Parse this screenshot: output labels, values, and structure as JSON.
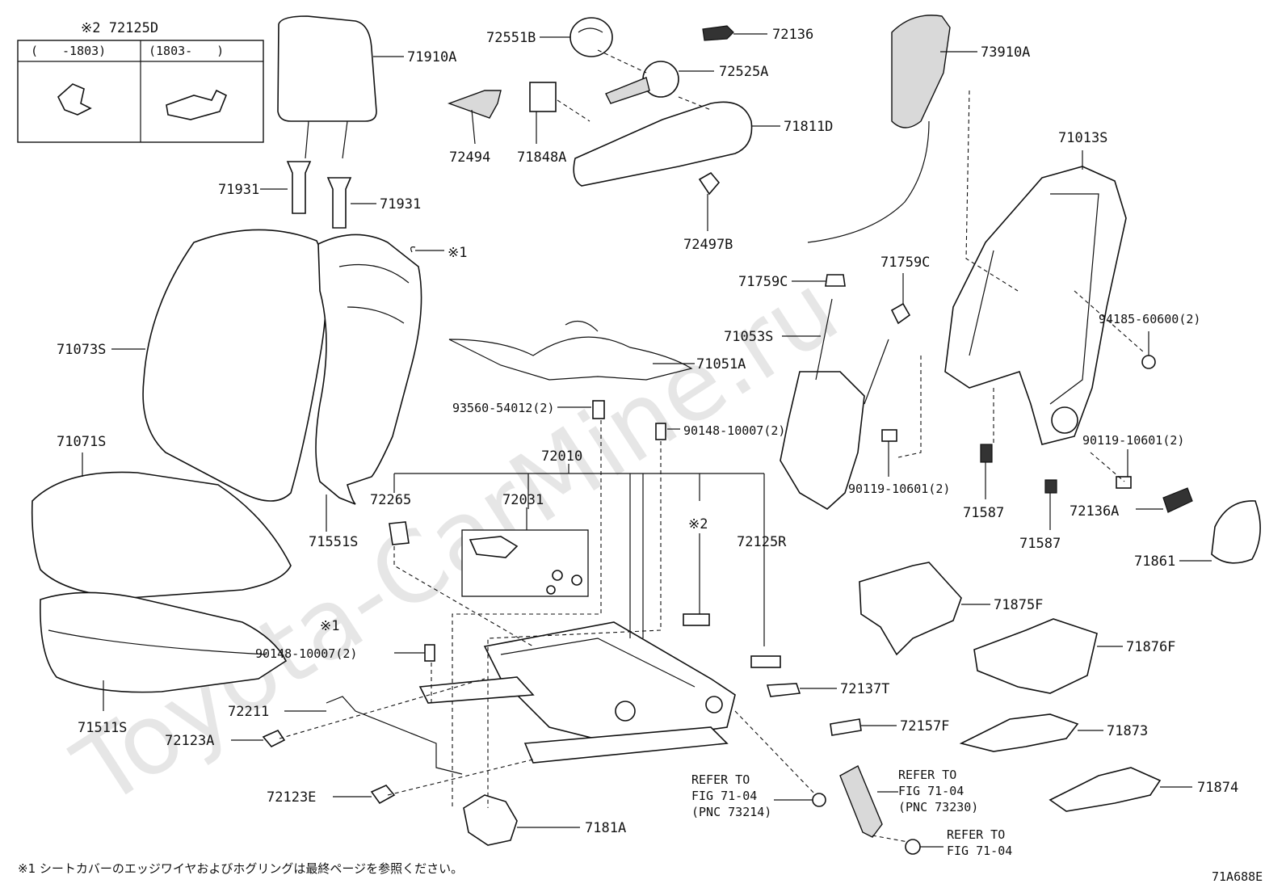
{
  "watermark": "Toyota-CarMine.ru",
  "drawing_id": "71A688E",
  "footnote": "※1 シートカバーのエッジワイヤおよびホグリングは最終ページを参照ください。",
  "inset": {
    "title": "※2 72125D",
    "col_left": "(　　-1803)",
    "col_right": "(1803-　　)"
  },
  "labels": {
    "p71910A": "71910A",
    "p71931a": "71931",
    "p71931b": "71931",
    "p71073S": "71073S",
    "p71071S": "71071S",
    "p71551S": "71551S",
    "p71511S": "71511S",
    "p72551B": "72551B",
    "p72136": "72136",
    "p72525A": "72525A",
    "p72494": "72494",
    "p71848A": "71848A",
    "p71811D": "71811D",
    "p72497B": "72497B",
    "p73910A": "73910A",
    "p71013S": "71013S",
    "note1a": "※1",
    "p71759Ca": "71759C",
    "p71759Cb": "71759C",
    "p71053S": "71053S",
    "p71051A": "71051A",
    "p93560": "93560-54012(2)",
    "p90148a": "90148-10007(2)",
    "p72010": "72010",
    "p72265": "72265",
    "p72031": "72031",
    "note2": "※2",
    "p72125R": "72125R",
    "p94185": "94185-60600(2)",
    "p90119a": "90119-10601(2)",
    "p90119b": "90119-10601(2)",
    "p71587a": "71587",
    "p71587b": "71587",
    "p72136A": "72136A",
    "p71861": "71861",
    "p71875F": "71875F",
    "p71876F": "71876F",
    "note1b": "※1",
    "p90148b": "90148-10007(2)",
    "p72137T": "72137T",
    "p72211": "72211",
    "p72123A": "72123A",
    "p72157F": "72157F",
    "p71873": "71873",
    "p72123E": "72123E",
    "p71874": "71874",
    "p7181A": "7181A",
    "ref1_1": "REFER TO",
    "ref1_2": "FIG 71-04",
    "ref1_3": "(PNC 73214)",
    "ref2_1": "REFER TO",
    "ref2_2": "FIG 71-04",
    "ref2_3": "(PNC 73230)",
    "ref3_1": "REFER TO",
    "ref3_2": "FIG 71-04"
  }
}
